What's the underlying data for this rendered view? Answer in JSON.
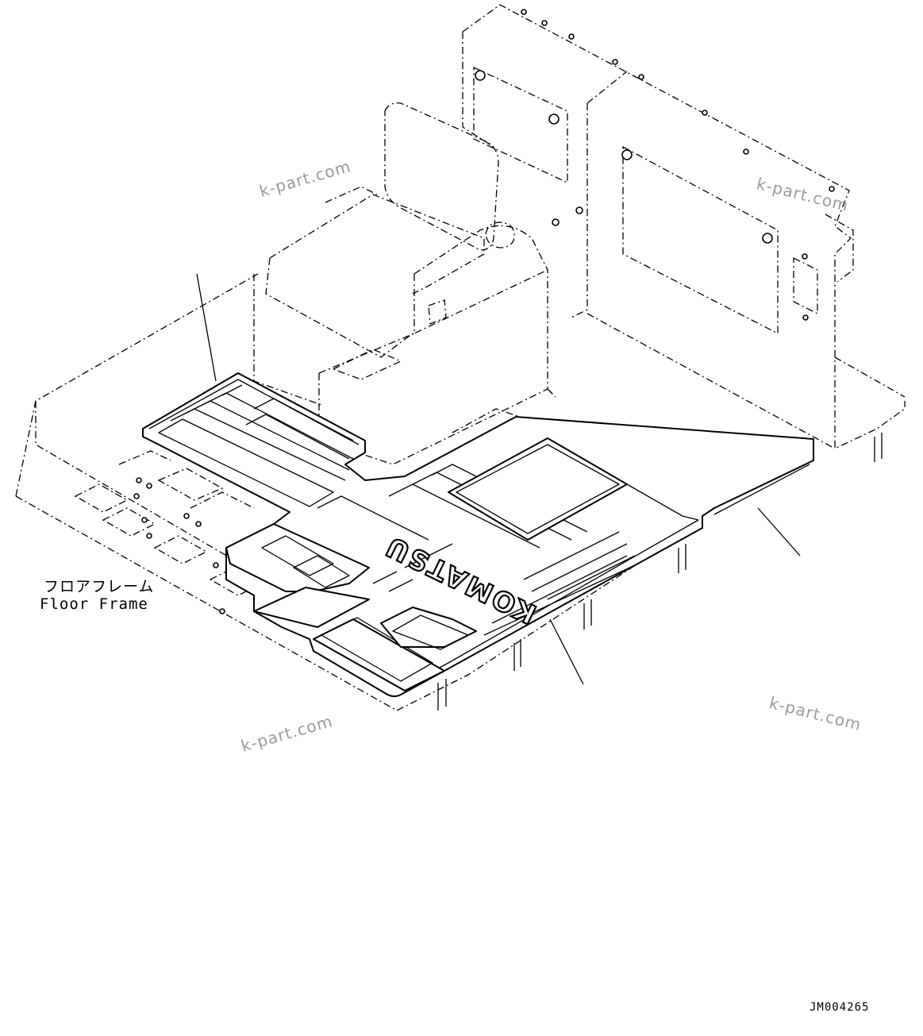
{
  "labels": {
    "floor_frame_jp": "フロアフレーム",
    "floor_frame_en": "Floor Frame"
  },
  "brand_mark": "KOMATSU",
  "drawing_code": "JM004265",
  "watermarks": [
    "k-part.com",
    "k-part.com",
    "k-part.com",
    "k-part.com"
  ]
}
